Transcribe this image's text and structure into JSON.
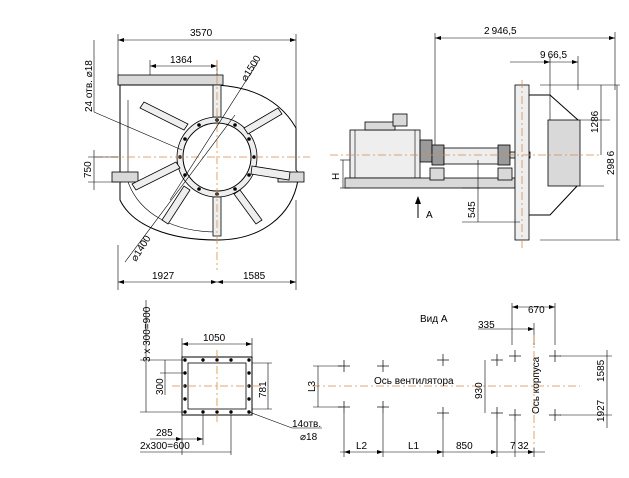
{
  "front_view": {
    "width_total": "3570",
    "inlet_offset": "1364",
    "outlet_diameter": "⌀1500",
    "holes": "24 отв. ⌀18",
    "height_750": "750",
    "bolt_circle": "⌀1400",
    "left_part": "1927",
    "right_part": "1585"
  },
  "side_view": {
    "length_total": "2 946,5",
    "length_966": "9 66,5",
    "h_label": "H",
    "h_545": "545",
    "view_arrow": "A",
    "h_1286": "1286",
    "h_2986": "298 6"
  },
  "flange": {
    "pitch_v": "3 x 300=900",
    "width_1050": "1050",
    "h_300": "300",
    "h_781": "781",
    "holes": "14отв.",
    "hole_d": "⌀18",
    "w_285": "285",
    "pitch_h": "2x300=600"
  },
  "foundation": {
    "title": "Вид А",
    "d_670": "670",
    "d_335": "335",
    "axis_fan": "Ось вентилятора",
    "axis_case": "Ось корпуса",
    "d_930": "930",
    "d_1585": "1585",
    "d_1927": "1927",
    "l3": "L3",
    "l2": "L2",
    "l1": "L1",
    "d_850": "850",
    "d_732": "7 32"
  }
}
